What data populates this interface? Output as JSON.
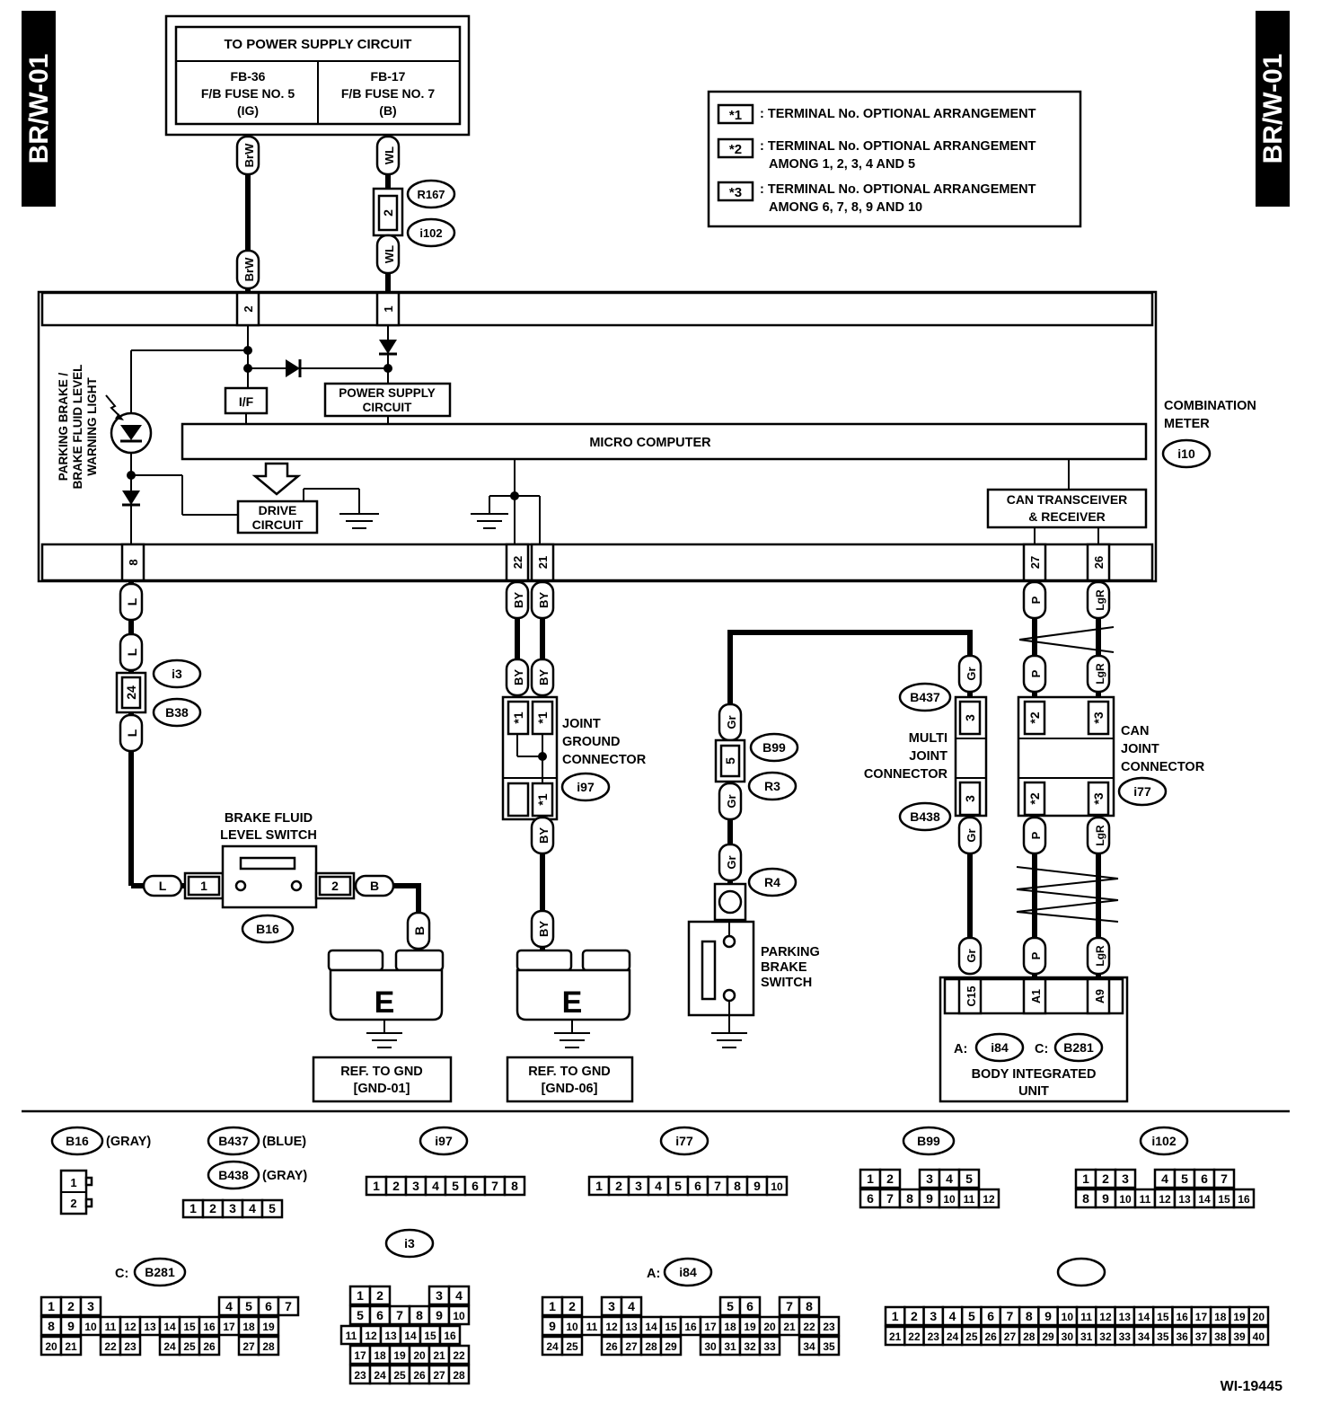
{
  "side_tab_left": "BR/W-01",
  "side_tab_right": "BR/W-01",
  "power": {
    "title": "TO POWER SUPPLY CIRCUIT",
    "fuse_a": [
      "FB-36",
      "F/B FUSE NO. 5",
      "(IG)"
    ],
    "fuse_b": [
      "FB-17",
      "F/B FUSE NO. 7",
      "(B)"
    ]
  },
  "legend": [
    {
      "mark": "*1",
      "text": ": TERMINAL No. OPTIONAL ARRANGEMENT",
      "sub": ""
    },
    {
      "mark": "*2",
      "text": ": TERMINAL No. OPTIONAL ARRANGEMENT",
      "sub": "AMONG 1, 2, 3, 4  AND 5"
    },
    {
      "mark": "*3",
      "text": ": TERMINAL No. OPTIONAL ARRANGEMENT",
      "sub": "AMONG 6, 7, 8, 9  AND 10"
    }
  ],
  "meter": {
    "name": [
      "COMBINATION",
      "METER"
    ],
    "id": "i10",
    "warning_light": [
      "PARKING BRAKE /",
      "BRAKE FLUID LEVEL",
      "WARNING LIGHT"
    ],
    "if_label": "I/F",
    "psu": [
      "POWER SUPPLY",
      "CIRCUIT"
    ],
    "micro": "MICRO COMPUTER",
    "drive": [
      "DRIVE",
      "CIRCUIT"
    ],
    "can": [
      "CAN TRANSCEIVER",
      "& RECEIVER"
    ],
    "pins_top": [
      "2",
      "1"
    ],
    "pins_bottom": [
      "8",
      "22",
      "21",
      "27",
      "26"
    ]
  },
  "wire_colors": {
    "brw": "BrW",
    "wl": "WL",
    "l": "L",
    "by": "BY",
    "b": "B",
    "gr": "Gr",
    "p": "P",
    "lgr": "LgR"
  },
  "connector_ids": {
    "r167": "R167",
    "i102": "i102",
    "i3": "i3",
    "b38": "B38",
    "i97": "i97",
    "b99": "B99",
    "r3": "R3",
    "r4": "R4",
    "b437": "B437",
    "b438": "B438",
    "i77": "i77",
    "b16": "B16",
    "i84": "i84",
    "b281": "B281"
  },
  "pins": {
    "p2": "2",
    "p24": "24",
    "p5": "5",
    "p3": "3",
    "p1": "1",
    "star1": "*1",
    "star2": "*2",
    "star3": "*3"
  },
  "components": {
    "brake_switch": [
      "BRAKE FLUID",
      "LEVEL SWITCH"
    ],
    "joint_ground": [
      "JOINT",
      "GROUND",
      "CONNECTOR"
    ],
    "parking_switch": [
      "PARKING",
      "BRAKE",
      "SWITCH"
    ],
    "multi_joint": [
      "MULTI",
      "JOINT",
      "CONNECTOR"
    ],
    "can_joint": [
      "CAN",
      "JOINT",
      "CONNECTOR"
    ],
    "ground_letter": "E",
    "gnd1": [
      "REF. TO GND",
      "[GND-01]"
    ],
    "gnd6": [
      "REF. TO GND",
      "[GND-06]"
    ],
    "body_unit": "BODY INTEGRATED",
    "body_unit2": "UNIT",
    "body_prefix_a": "A:",
    "body_prefix_c": "C:",
    "body_pins": [
      "C15",
      "A1",
      "A9"
    ]
  },
  "connector_views": {
    "b16_color": "(GRAY)",
    "b437_color": "(BLUE)",
    "b438_color": "(GRAY)",
    "b16_pins": [
      "1",
      "2"
    ],
    "b437_pins": [
      "1",
      "2",
      "3",
      "4",
      "5"
    ],
    "i97_pins": [
      "1",
      "2",
      "3",
      "4",
      "5",
      "6",
      "7",
      "8"
    ],
    "i77_pins": [
      "1",
      "2",
      "3",
      "4",
      "5",
      "6",
      "7",
      "8",
      "9",
      "10"
    ],
    "b99_rows": [
      [
        "1",
        "2",
        "",
        "3",
        "4",
        "5"
      ],
      [
        "6",
        "7",
        "8",
        "9",
        "10",
        "11",
        "12"
      ]
    ],
    "i102_rows": [
      [
        "1",
        "2",
        "3",
        "",
        "4",
        "5",
        "6",
        "7"
      ],
      [
        "8",
        "9",
        "10",
        "11",
        "12",
        "13",
        "14",
        "15",
        "16"
      ]
    ],
    "b281_prefix": "C:",
    "b281_rows": [
      [
        "1",
        "2",
        "3",
        "",
        "",
        "",
        "",
        "",
        "",
        "4",
        "5",
        "6",
        "7"
      ],
      [
        "8",
        "9",
        "10",
        "11",
        "12",
        "13",
        "14",
        "15",
        "16",
        "17",
        "18",
        "19"
      ],
      [
        "20",
        "21",
        "",
        "22",
        "23",
        "",
        "24",
        "25",
        "26",
        "",
        "27",
        "28"
      ]
    ],
    "i3_rows": [
      [
        "1",
        "2",
        "3",
        "4"
      ],
      [
        "5",
        "6",
        "7",
        "8",
        "9",
        "10"
      ],
      [
        "11",
        "12",
        "13",
        "14",
        "15",
        "16"
      ],
      [
        "17",
        "18",
        "19",
        "20",
        "21",
        "22"
      ],
      [
        "23",
        "24",
        "25",
        "26",
        "27",
        "28"
      ]
    ],
    "i84_prefix": "A:",
    "i84_rows": [
      [
        "1",
        "2",
        "",
        "3",
        "4",
        "",
        "",
        "",
        "",
        "5",
        "6",
        "",
        "7",
        "8"
      ],
      [
        "9",
        "10",
        "11",
        "12",
        "13",
        "14",
        "15",
        "16",
        "17",
        "18",
        "19",
        "20",
        "21",
        "22",
        "23"
      ],
      [
        "24",
        "25",
        "",
        "26",
        "27",
        "28",
        "29",
        "",
        "30",
        "31",
        "32",
        "33",
        "",
        "34",
        "35"
      ]
    ],
    "i10_rows": [
      [
        "1",
        "2",
        "3",
        "4",
        "5",
        "6",
        "7",
        "8",
        "9",
        "10",
        "11",
        "12",
        "13",
        "14",
        "15",
        "16",
        "17",
        "18",
        "19",
        "20"
      ],
      [
        "21",
        "22",
        "23",
        "24",
        "25",
        "26",
        "27",
        "28",
        "29",
        "30",
        "31",
        "32",
        "33",
        "34",
        "35",
        "36",
        "37",
        "38",
        "39",
        "40"
      ]
    ]
  },
  "footer_id": "WI-19445"
}
